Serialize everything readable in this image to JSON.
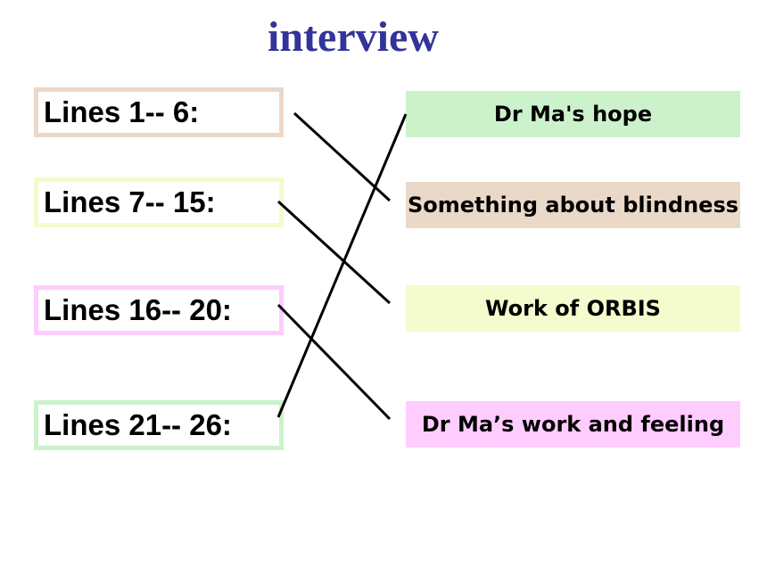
{
  "title": "interview",
  "left_items": [
    {
      "label": "Lines 1-- 6:",
      "border_color": "#ead8c8"
    },
    {
      "label": "Lines 7-- 15:",
      "border_color": "#f4fbcc"
    },
    {
      "label": "Lines 16-- 20:",
      "border_color": "#ffccff"
    },
    {
      "label": "Lines 21-- 26:",
      "border_color": "#ccf2cc"
    }
  ],
  "right_items": [
    {
      "label": "Dr Ma's hope",
      "fill_color": "#ccf2cc"
    },
    {
      "label": "Something about blindness",
      "fill_color": "#ead8c8"
    },
    {
      "label": "Work of ORBIS",
      "fill_color": "#f4fbcc"
    },
    {
      "label": "Dr Ma’s work and feeling",
      "fill_color": "#ffccff"
    }
  ],
  "connections": [
    {
      "from": "Lines 1-- 6:",
      "to": "Something about blindness"
    },
    {
      "from": "Lines 7-- 15:",
      "to": "Work of ORBIS"
    },
    {
      "from": "Lines 16-- 20:",
      "to": "Dr Ma’s work and feeling"
    },
    {
      "from": "Lines 21-- 26:",
      "to": "Dr Ma's hope"
    }
  ]
}
